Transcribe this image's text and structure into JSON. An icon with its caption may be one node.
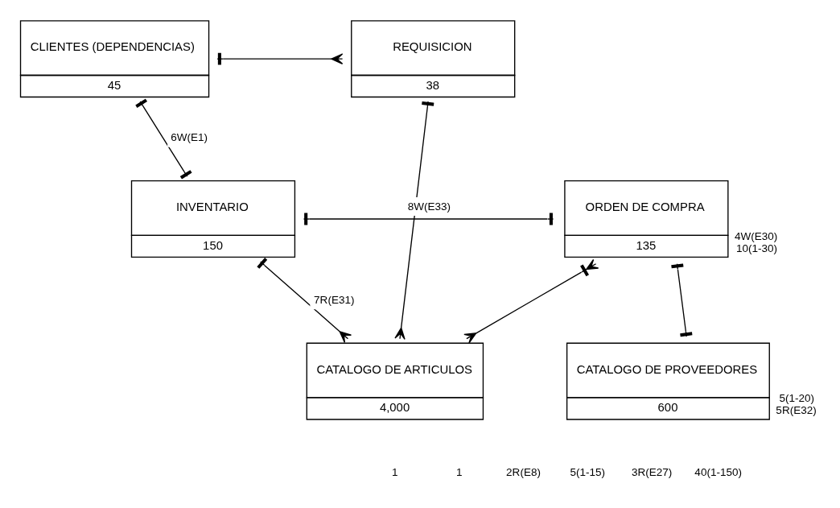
{
  "diagram": {
    "nodes": [
      {
        "text": [
          "CLIENTES (DEPENDENCIAS)",
          "45"
        ]
      },
      {
        "text": [
          "REQUISICION",
          "38"
        ]
      },
      {
        "text": [
          "CATALOGO DE ARTICULOS",
          "4,000"
        ]
      },
      {
        "text": [
          "INVENTARIO",
          "150"
        ]
      },
      {
        "text": [
          "ORDEN DE COMPRA",
          "135"
        ],
        "beside": [
          "4W(E30)",
          "10(1-30)"
        ]
      },
      {
        "text": [
          "CATALOGO DE PROVEEDORES",
          "600"
        ],
        "beside": [
          "5(1-20)",
          "5R(E32)"
        ]
      }
    ],
    "edges": [
      {
        "from": 0,
        "to": 1,
        "arrow": "other"
      },
      {
        "from": 1,
        "to": 2,
        "arrow": "other"
      },
      {
        "from": 0,
        "to": 3,
        "arrow": "other",
        "label": "6W(E1)"
      },
      {
        "from": 3,
        "to": 2,
        "arrow": "other",
        "label": "7R(E31)"
      },
      {
        "from": 3,
        "to": 4,
        "arrow": "other",
        "label": "8W(E33)"
      },
      {
        "from": 4,
        "to": 2,
        "arrow": "other"
      },
      {
        "from": 4,
        "to": 5,
        "arrow": "other"
      }
    ],
    "labels": [
      "1",
      "1",
      "2R(E8)",
      "5(1-15)",
      "3R(E27)",
      "40(1-150)"
    ]
  }
}
